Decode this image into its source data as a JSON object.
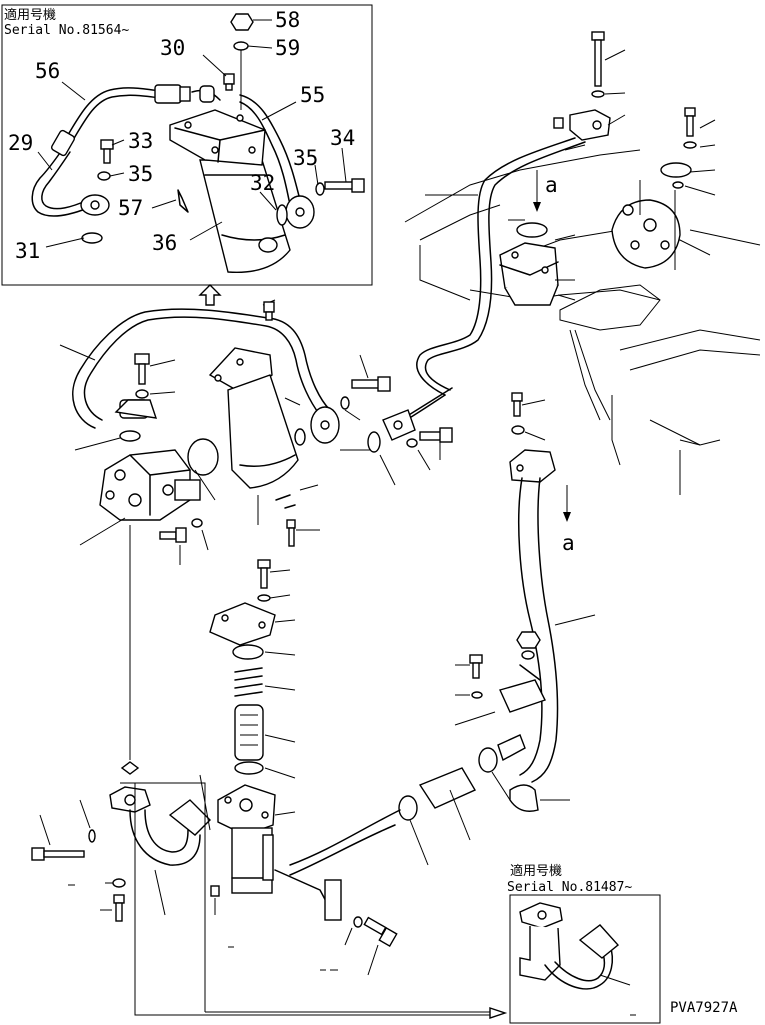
{
  "inset_top": {
    "heading": "適用号機",
    "serial": "Serial No.81564~"
  },
  "inset_bottom": {
    "heading": "適用号機",
    "serial": "Serial No.81487~"
  },
  "view_marker": "a",
  "drawing_code": "PVA7927A",
  "callouts": [
    "58",
    "59",
    "30",
    "56",
    "55",
    "33",
    "34",
    "29",
    "35",
    "35",
    "32",
    "57",
    "36",
    "31"
  ]
}
